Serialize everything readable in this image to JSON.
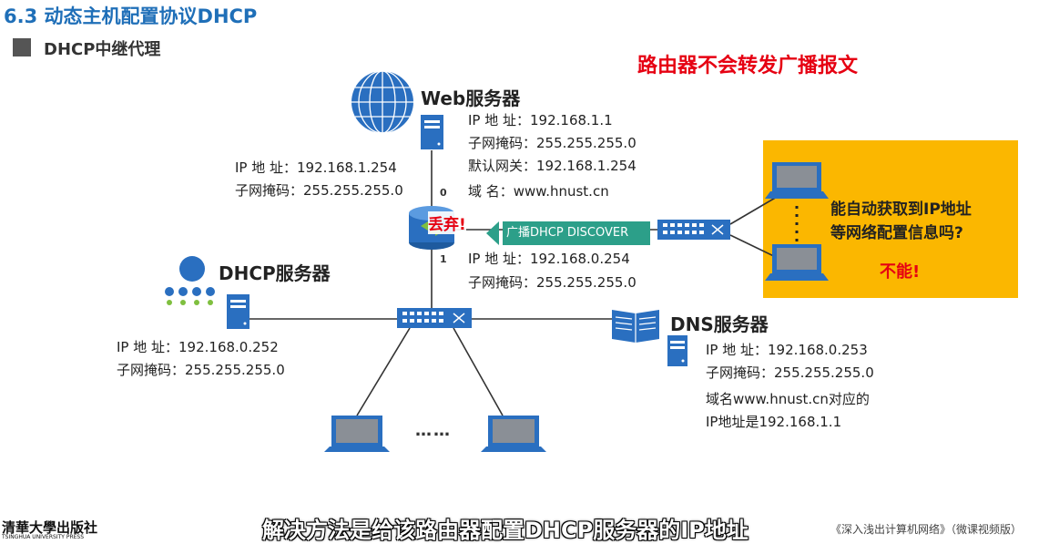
{
  "header": {
    "title": "6.3 动态主机配置协议DHCP",
    "subtitle": "DHCP中继代理"
  },
  "notice": "路由器不会转发广播报文",
  "web_server": {
    "name": "Web服务器",
    "ip": "IP 地  址：192.168.1.1",
    "mask": "子网掩码：255.255.255.0",
    "gateway": "默认网关：192.168.1.254",
    "domain": "域      名：www.hnust.cn"
  },
  "router": {
    "if0_ip": "IP 地  址：192.168.1.254",
    "if0_mask": "子网掩码：255.255.255.0",
    "if1_ip": "IP 地  址：192.168.0.254",
    "if1_mask": "子网掩码：255.255.255.0",
    "port0": "0",
    "port1": "1"
  },
  "dhcp_server": {
    "name": "DHCP服务器",
    "ip": "IP 地  址：192.168.0.252",
    "mask": "子网掩码：255.255.255.0"
  },
  "dns_server": {
    "name": "DNS服务器",
    "ip": "IP 地  址：192.168.0.253",
    "mask": "子网掩码：255.255.255.0",
    "note1": "域名www.hnust.cn对应的",
    "note2": "IP地址是192.168.1.1"
  },
  "broadcast": {
    "discard": "丢弃!",
    "label": "广播DHCP DISCOVER"
  },
  "question_box": {
    "line1": "能自动获取到IP地址",
    "line2": "等网络配置信息吗?",
    "answer": "不能!"
  },
  "hosts_ellipsis": "……",
  "caption": "解决方法是给该路由器配置DHCP服务器的IP地址",
  "book_title": "《深入浅出计算机网络》（微课视频版）",
  "publisher": "清華大學出版社",
  "publisher_en": "TSINGHUA UNIVERSITY PRESS",
  "colors": {
    "title_blue": "#1f6fb8",
    "alert_red": "#e60012",
    "device_blue": "#2a6fc0",
    "highlight_yellow": "#fbb700",
    "broadcast_green": "#2c9f89"
  }
}
